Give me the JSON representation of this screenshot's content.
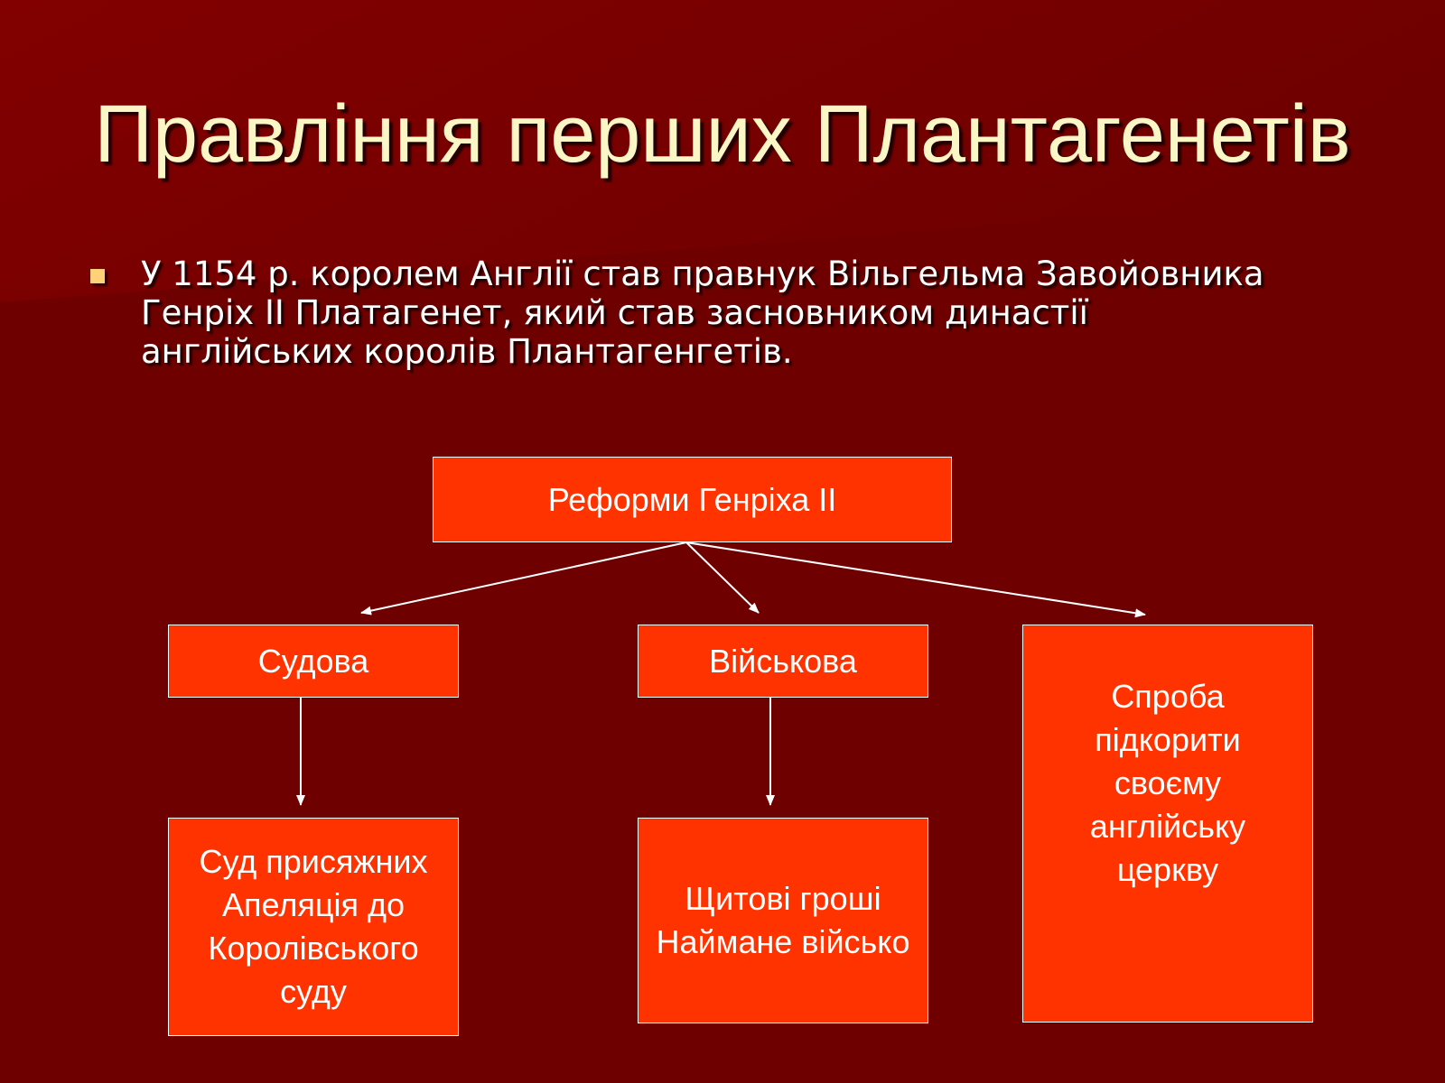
{
  "slide": {
    "title": "Правління перших Плантагенетів",
    "bullet_text": "У 1154 р. королем Англії став правнук Вільгельма Завойовника\nГенріх ІІ Платагенет, який став засновником династії\nанглійських королів Плантагенгетів."
  },
  "diagram": {
    "root": "Реформи Генріха ІІ",
    "branch_judicial": "Судова",
    "branch_military": "Військова",
    "branch_church": "Спроба\nпідкорити\nсвоєму\nанглійську\nцеркву",
    "judicial_detail": "Суд присяжних\nАпеляція до\nКоролівського \nсуду",
    "military_detail": "Щитові гроші\nНаймане військо"
  },
  "colors": {
    "background": "#6e0000",
    "box_fill": "#ff3300",
    "title_text": "#fbf6c6",
    "bullet_marker": "#ffd27a"
  }
}
